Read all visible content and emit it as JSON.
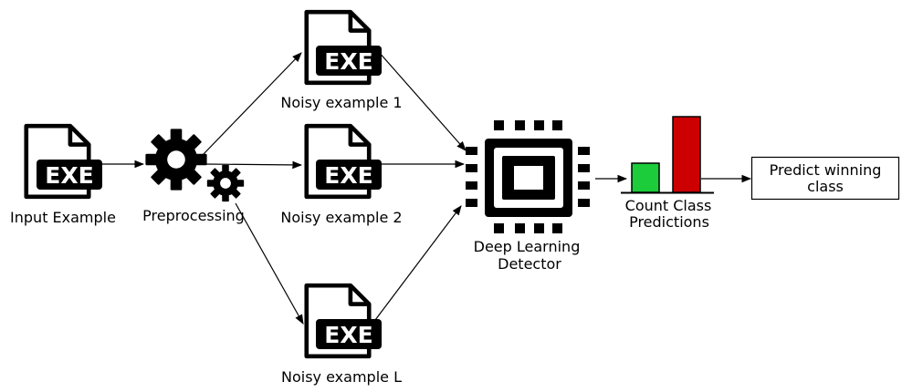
{
  "nodes": {
    "input": {
      "badge": "EXE",
      "label": "Input Example"
    },
    "preprocessing": {
      "label": "Preprocessing"
    },
    "noisy_1": {
      "badge": "EXE",
      "label": "Noisy example 1"
    },
    "noisy_2": {
      "badge": "EXE",
      "label": "Noisy example 2"
    },
    "noisy_l": {
      "badge": "EXE",
      "label": "Noisy example L"
    },
    "detector": {
      "label_line1": "Deep Learning",
      "label_line2": "Detector"
    },
    "count": {
      "label_line1": "Count Class",
      "label_line2": "Predictions"
    },
    "predict": {
      "label_line1": "Predict winning",
      "label_line2": "class"
    }
  },
  "colors": {
    "bar_green": "#1ccc3b",
    "bar_red": "#cc0000",
    "ink": "#000000"
  },
  "icons": {
    "file": "exe-file-icon",
    "gear": "gear-icon",
    "chip": "chip-icon",
    "bars": "bar-chart-icon"
  }
}
